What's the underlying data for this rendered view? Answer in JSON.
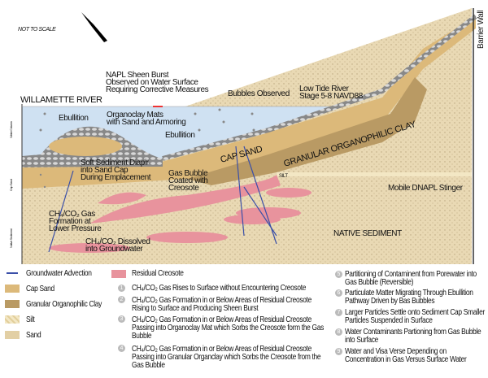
{
  "header": {
    "scale_note": "NOT TO SCALE",
    "barrier_label": "Barrier Wall",
    "river_label": "WILLAMETTE RIVER"
  },
  "depth_zones": [
    "Water Column",
    "Cap Sand",
    "Native Sediment"
  ],
  "annotations": {
    "napl": [
      "NAPL Sheen Burst",
      "Observed on Water Surface",
      "Requiring Corrective Measures"
    ],
    "bubbles": "Bubbles Observed",
    "low_tide": [
      "Low Tide River",
      "Stage 5-8 NAVD88"
    ],
    "ebullition_left": "Ebullition",
    "organoclay": [
      "Organoclay Mats",
      "with Sand and Armoring"
    ],
    "ebullition_mid": "Ebullition",
    "diapir": [
      "Soft Sediment Diapir",
      "into Sand Cap",
      "During Emplacement"
    ],
    "gas_bubble": [
      "Gas Bubble",
      "Coated with",
      "Creosote"
    ],
    "gas_formation": [
      "CH₄/CO₂ Gas",
      "Formation at",
      "Lower Pressure"
    ],
    "dissolved": [
      "CH₄/CO₂ Dissolved",
      "into Groundwater"
    ],
    "cap_sand": "CAP SAND",
    "clay": "GRANULAR ORGANOPHILIC CLAY",
    "silt": "SILT",
    "stinger": "Mobile DNAPL Stinger",
    "native": "NATIVE SEDIMENT"
  },
  "colors": {
    "water": "#cfe1f2",
    "cap_sand": "#dcb97a",
    "clay": "#b99a64",
    "silt": "#f3e7c4",
    "sand": "#e9d9b4",
    "creosote": "#e8939d",
    "arrow": "#3a4fa8"
  },
  "legend": {
    "materials": [
      {
        "label": "Groundwater Advection",
        "icon": "arrow-left"
      },
      {
        "label": "Cap Sand",
        "color": "#dcb97a"
      },
      {
        "label": "Granular Organophilic Clay",
        "color": "#b99a64"
      },
      {
        "label": "Silt",
        "color": "#f3e7c4"
      },
      {
        "label": "Sand",
        "color": "#e9d9b4"
      },
      {
        "label": "Residual Creosote",
        "color": "#e8939d"
      }
    ],
    "processes": [
      {
        "num": "1",
        "text": "CH₄/CO₂ Gas Rises to Surface without Encountering Creosote"
      },
      {
        "num": "2",
        "text": "CH₄/CO₂ Gas Formation in or Below Areas of Residual Creosote Rising to Surface and Producing Sheen Burst"
      },
      {
        "num": "3",
        "text": "CH₄/CO₂ Gas Formation in or Below Areas of Residual Creosote Passing into Organoclay Mat which Sorbs the Creosote form the Gas Bubble"
      },
      {
        "num": "4",
        "text": "CH₄/CO₂ Gas Formation in or Below Areas of Residual Creosote Passing into Granular Organclay which Sorbs the Creosote from the Gas Bubble"
      },
      {
        "num": "5",
        "text": "Partitioning of Contaminent from Porewater into Gas Bubble (Reversible)"
      },
      {
        "num": "6",
        "text": "Particulate Matter Migrating Through Ebullition Pathway  Driven by Bas Bubbles"
      },
      {
        "num": "7",
        "text": "Larger Particles Settle onto Sediment Cap Smaller Particles Suspended in Surface"
      },
      {
        "num": "8",
        "text": "Water Contaminants Partioning from Gas Bubble into Surface"
      },
      {
        "num": "9",
        "text": "Water and Visa Verse  Depending on Concentration in Gas Versus Surface Water"
      }
    ]
  }
}
